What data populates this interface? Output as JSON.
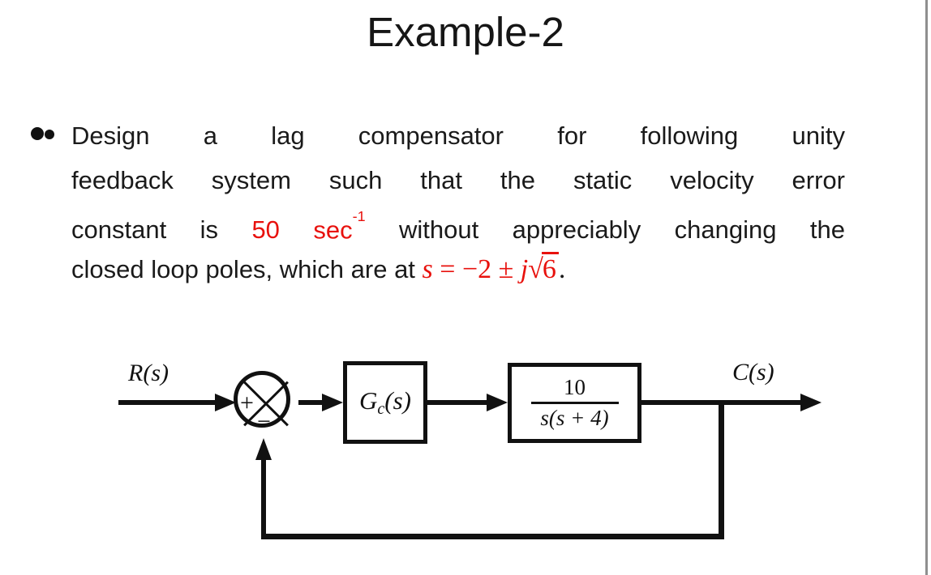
{
  "title": "Example-2",
  "colors": {
    "accent_red": "#e8110d",
    "ink": "#1b1b1b",
    "diagram_black": "#111111",
    "border_gray": "#8f8f8f"
  },
  "bullet": {
    "line1": {
      "w0": "Design",
      "w1": "a",
      "w2": "lag",
      "w3": "compensator",
      "w4": "for",
      "w5": "following",
      "w6": "unity"
    },
    "line2": {
      "w0": "feedback",
      "w1": "system",
      "w2": "such",
      "w3": "that",
      "w4": "the",
      "w5": "static",
      "w6": "velocity",
      "w7": "error"
    },
    "line3": {
      "w0": "constant",
      "w1": "is",
      "w2": "50",
      "w3sec": "sec",
      "w3sup": "-1",
      "w4": "without",
      "w5": "appreciably",
      "w6": "changing",
      "w7": "the"
    },
    "line4": {
      "text": "closed loop poles, which are at ",
      "s": "s",
      "mid": " = −2 ± ",
      "j": "j",
      "sqrt": "√",
      "radicand": "6",
      "period": "."
    }
  },
  "diagram": {
    "input_label": "R(s)",
    "output_label": "C(s)",
    "sum": {
      "plus": "+",
      "minus": "−"
    },
    "compensator": {
      "g": "G",
      "sub": "c",
      "args": "(s)"
    },
    "plant": {
      "numerator": "10",
      "denominator": "s(s + 4)"
    }
  }
}
